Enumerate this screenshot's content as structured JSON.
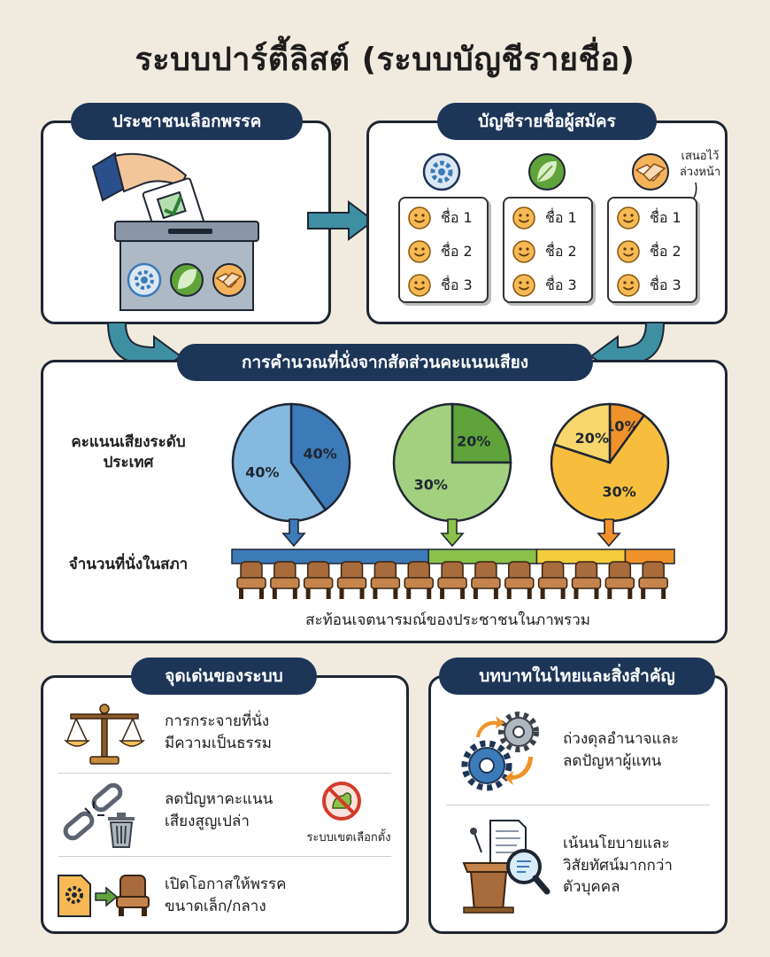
{
  "title": "ระบบปาร์ตี้ลิสต์ (ระบบบัญชีรายชื่อ)",
  "voters": {
    "header": "ประชาชนเลือกพรรค"
  },
  "lists": {
    "header": "บัญชีรายชื่อผู้สมัคร",
    "note": "เสนอไว้ล่วงหน้า",
    "names": [
      "ชื่อ 1",
      "ชื่อ 2",
      "ชื่อ 3"
    ]
  },
  "calc": {
    "header": "การคำนวณที่นั่งจากสัดส่วนคะแนนเสียง",
    "votes_label": "คะแนนเสียงระดับประเทศ",
    "seats_label": "จำนวนที่นั่งในสภา",
    "caption": "สะท้อนเจตนารมณ์ของประชาชนในภาพรวม"
  },
  "chart_data": [
    {
      "type": "pie",
      "slices": [
        {
          "label": "40%",
          "value": 40,
          "color": "#3d7ab8"
        },
        {
          "label": "40%",
          "value": 60,
          "color": "#86b9e0"
        }
      ]
    },
    {
      "type": "pie",
      "slices": [
        {
          "label": "20%",
          "value": 25,
          "color": "#5fa33a"
        },
        {
          "label": "30%",
          "value": 75,
          "color": "#a3d07e"
        }
      ]
    },
    {
      "type": "pie",
      "slices": [
        {
          "label": "10%",
          "value": 10,
          "color": "#f0922a"
        },
        {
          "label": "30%",
          "value": 70,
          "color": "#f7be3d"
        },
        {
          "label": "20%",
          "value": 20,
          "color": "#f7d66c"
        }
      ]
    }
  ],
  "seat_bar": {
    "segments": [
      {
        "value": 40,
        "color": "#3d7ab8"
      },
      {
        "value": 22,
        "color": "#8ac24a"
      },
      {
        "value": 18,
        "color": "#f3cc3c"
      },
      {
        "value": 10,
        "color": "#f0922a"
      }
    ]
  },
  "highlights": {
    "header": "จุดเด่นของระบบ",
    "items": [
      {
        "text1": "การกระจายที่นั่ง",
        "text2": "มีความเป็นธรรม"
      },
      {
        "text1": "ลดปัญหาคะแนน",
        "text2": "เสียงสูญเปล่า"
      },
      {
        "text1": "เปิดโอกาสให้พรรค",
        "text2": "ขนาดเล็ก/กลาง"
      }
    ],
    "badge": "ระบบเขตเลือกตั้ง"
  },
  "roles": {
    "header": "บทบาทในไทยและสิ่งสำคัญ",
    "items": [
      {
        "text1": "ถ่วงดุลอำนาจและ",
        "text2": "ลดปัญหาผู้แทน"
      },
      {
        "text1": "เน้นนโยบายและ",
        "text2": "วิสัยทัศน์มากกว่า",
        "text3": "ตัวบุคคล"
      }
    ]
  },
  "colors": {
    "navy": "#1d3557",
    "teal": "#3f8fa3",
    "blue": "#3d7ab8",
    "green": "#5fa33a",
    "orange": "#f0922a"
  }
}
